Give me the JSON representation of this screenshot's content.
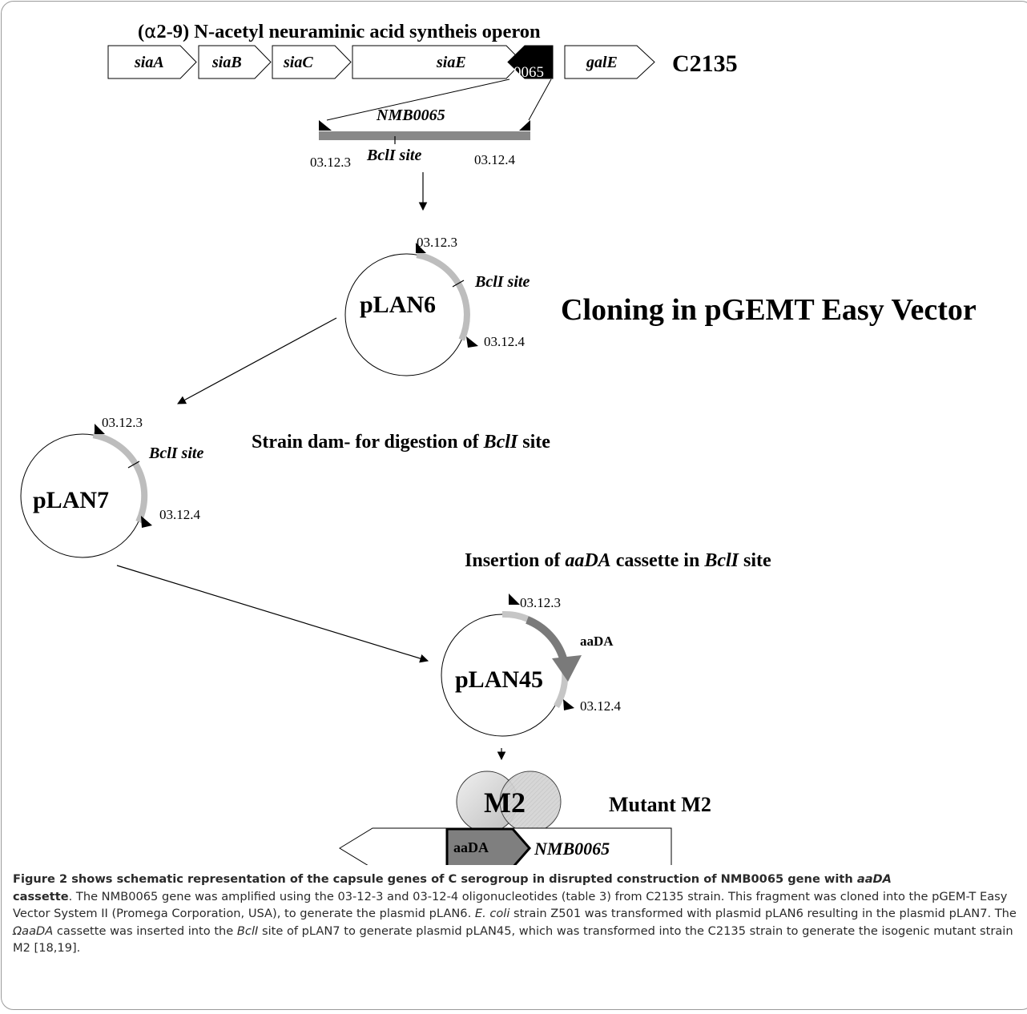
{
  "operon": {
    "title_prefix": "(",
    "title_alpha": "α",
    "title_rest": "2-9) N-acetyl neuraminic acid syntheis operon",
    "genes": [
      "siaA",
      "siaB",
      "siaC",
      "siaE"
    ],
    "highlight_gene": "0065",
    "gale_gene": "galE",
    "strain": "C2135"
  },
  "fragment": {
    "gene_label": "NMB0065",
    "primer_left": "03.12.3",
    "primer_right": "03.12.4",
    "site_label": "BclI site"
  },
  "plasmids": {
    "p6": {
      "name": "pLAN6",
      "primer_top": "03.12.3",
      "primer_bottom": "03.12.4",
      "site_label": "BclI site"
    },
    "p7": {
      "name": "pLAN7",
      "primer_top": "03.12.3",
      "primer_bottom": "03.12.4",
      "site_label": "BclI site"
    },
    "p45": {
      "name": "pLAN45",
      "primer_top": "03.12.3",
      "primer_bottom": "03.12.4",
      "cassette_label": "aaDA"
    }
  },
  "steps": {
    "cloning": "Cloning in pGEMT Easy Vector",
    "strain_dam_text": "Strain dam- for digestion of ",
    "strain_dam_site": "BclI",
    "strain_dam_end": " site",
    "insertion_text": "Insertion of ",
    "insertion_cassette": "aaDA",
    "insertion_mid": " cassette in ",
    "insertion_site": "BclI",
    "insertion_end": " site"
  },
  "mutant": {
    "cell_label": "M2",
    "title": "Mutant M2",
    "cassette_label": "aaDA",
    "gene_label": "NMB0065"
  },
  "caption": {
    "bold_lead": "Figure 2 shows schematic representation of the capsule genes of C serogroup in disrupted construction of NMB0065 gene with ",
    "bold_italic": "aaDA",
    "bold_tail": "cassette",
    "t1": ". The NMB0065 gene was amplified using the 03-12-3 and 03-12-4 oligonucleotides (table 3) from C2135 strain. This fragment was cloned into the pGEM-T Easy Vector System II (Promega Corporation, USA), to generate the plasmid pLAN6. ",
    "ecoli": "E. coli",
    "t2": " strain Z501 was transformed with plasmid pLAN6 resulting in the plasmid pLAN7. The ",
    "omega": "ΩaaDA",
    "t3": " cassette was inserted into the ",
    "bcli": "BclI",
    "t4": " site of pLAN7 to generate plasmid pLAN45, which was transformed into the C2135 strain to generate the isogenic mutant strain M2 [18,19]."
  },
  "colors": {
    "segment_light": "#bdbdbd",
    "segment_dark": "#7a7a7a",
    "gene_black": "#000000",
    "cassette_fill": "#7f7f7f",
    "bar_gray": "#888888",
    "frame": "#9a9a9a"
  }
}
